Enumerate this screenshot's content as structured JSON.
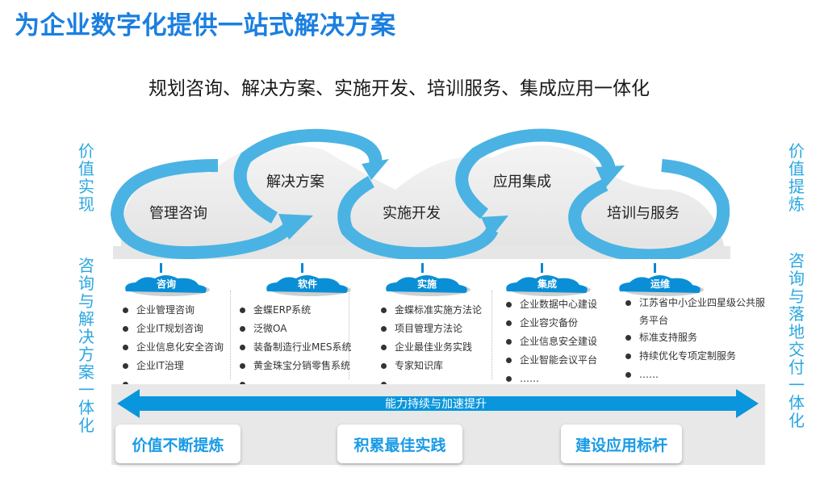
{
  "header": {
    "title": "为企业数字化提供一站式解决方案",
    "subtitle": "规划咨询、解决方案、实施开发、培训服务、集成应用一体化"
  },
  "side_labels": {
    "left_top": "价值实现",
    "left_bottom": "咨询与解决方案一体化",
    "right_top": "价值提炼",
    "right_bottom": "咨询与落地交付一体化"
  },
  "cycle": {
    "stages": [
      {
        "label": "管理咨询"
      },
      {
        "label": "解决方案"
      },
      {
        "label": "实施开发"
      },
      {
        "label": "应用集成"
      },
      {
        "label": "培训与服务"
      }
    ]
  },
  "columns": [
    {
      "cloud": "咨询",
      "items": [
        "企业管理咨询",
        "企业IT规划咨询",
        "企业信息化安全咨询",
        "企业IT治理",
        "……"
      ]
    },
    {
      "cloud": "软件",
      "items": [
        "金蝶ERP系统",
        "泛微OA",
        "装备制造行业MES系统",
        "黄金珠宝分销零售系统",
        "……"
      ]
    },
    {
      "cloud": "实施",
      "items": [
        "金蝶标准实施方法论",
        "项目管理方法论",
        "企业最佳业务实践",
        "专家知识库",
        "……"
      ]
    },
    {
      "cloud": "集成",
      "items": [
        "企业数据中心建设",
        "企业容灾备份",
        "企业信息安全建设",
        "企业智能会议平台",
        "……"
      ]
    },
    {
      "cloud": "运维",
      "items": [
        "江苏省中小企业四星级公共服务平台",
        "标准支持服务",
        "持续优化专项定制服务",
        "……"
      ]
    }
  ],
  "bottom": {
    "arrow_label": "能力持续与加速提升",
    "pillars": [
      "价值不断提炼",
      "积累最佳实践",
      "建设应用标杆"
    ]
  },
  "colors": {
    "title": "#1b7fe0",
    "arc": "#4ab3e3",
    "cloud": "#0a8fd6",
    "side_text": "#2aa7e0",
    "arrow": "#0a96dc",
    "pillar_text": "#1a9be6"
  }
}
